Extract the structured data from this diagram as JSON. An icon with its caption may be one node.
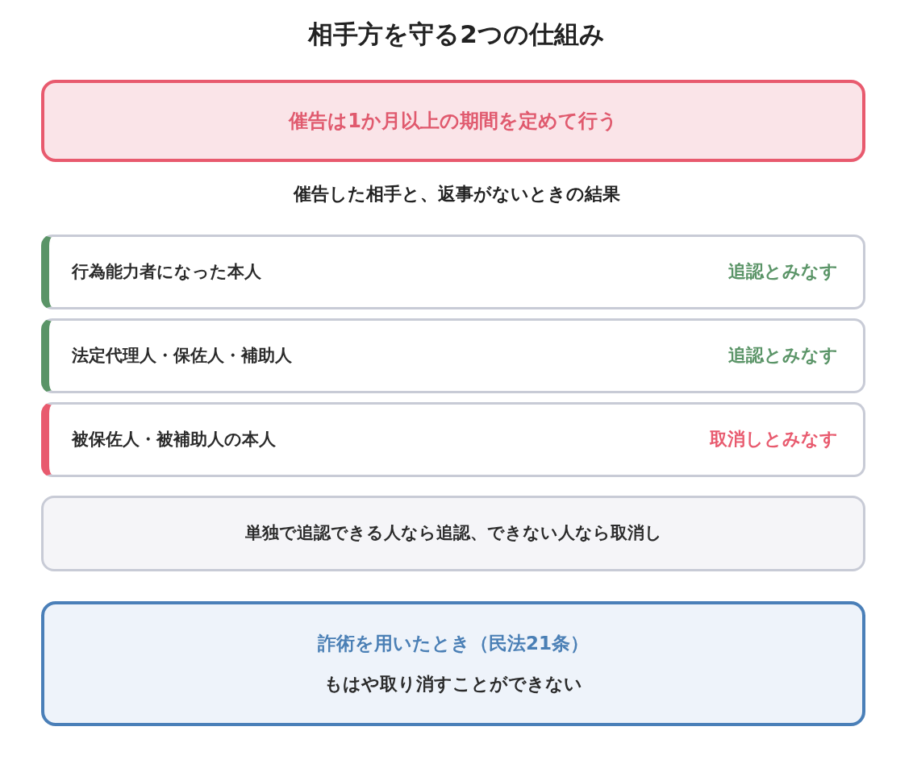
{
  "diagram": {
    "title": "相手方を守る2つの仕組み",
    "nodes": [
      {
        "text": [
          "催告は1か月以上の期間を定めて行う"
        ]
      },
      {
        "text": [
          "行為能力者になった本人",
          "追認とみなす"
        ]
      },
      {
        "text": [
          "法定代理人・保佐人・補助人",
          "追認とみなす"
        ]
      },
      {
        "text": [
          "被保佐人・被補助人の本人",
          "取消しとみなす"
        ]
      },
      {
        "text": [
          "単独で追認できる人なら追認、できない人なら取消し"
        ]
      },
      {
        "text": [
          "詐術を用いたとき（民法21条）",
          "もはや取り消すことができない"
        ]
      }
    ],
    "labels": [
      "催告した相手と、返事がないときの結果"
    ]
  }
}
